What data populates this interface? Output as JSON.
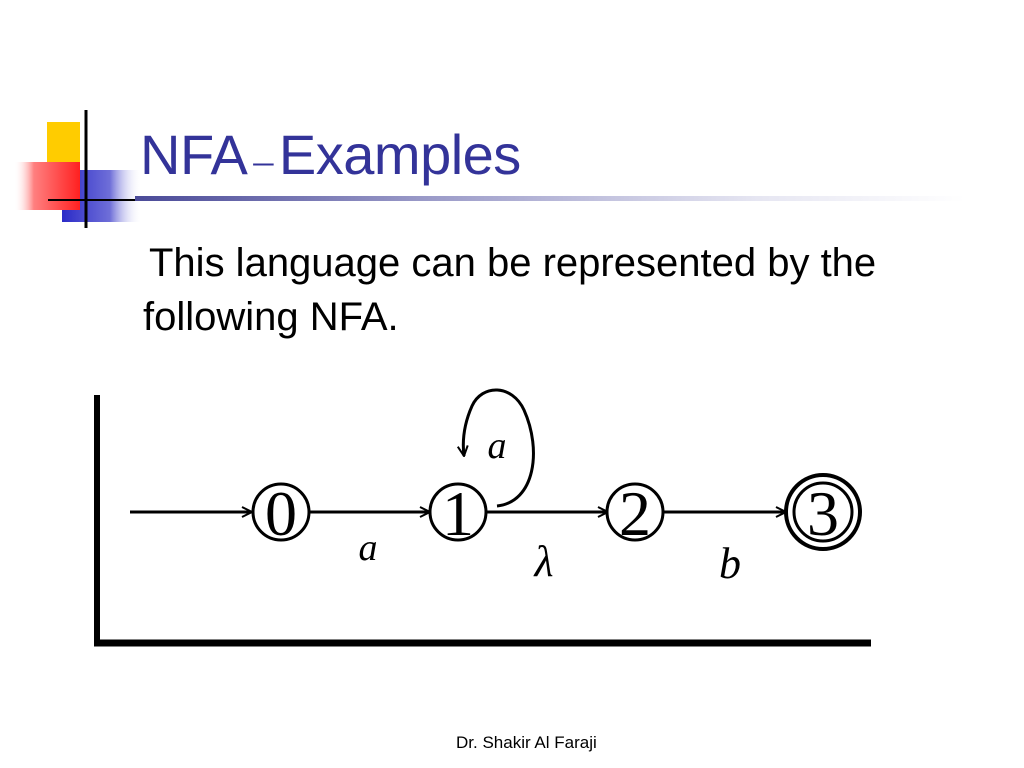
{
  "slide": {
    "title_prefix": "NFA",
    "title_dash": "–",
    "title_suffix": "Examples",
    "body": "This language can be represented by the following NFA.",
    "footer": "Dr. Shakir Al Faraji"
  },
  "diagram": {
    "states": [
      {
        "id": "state-0",
        "label": "0",
        "accepting": false,
        "start": true
      },
      {
        "id": "state-1",
        "label": "1",
        "accepting": false,
        "start": false
      },
      {
        "id": "state-2",
        "label": "2",
        "accepting": false,
        "start": false
      },
      {
        "id": "state-3",
        "label": "3",
        "accepting": true,
        "start": false
      }
    ],
    "transitions": [
      {
        "from": "0",
        "to": "1",
        "label": "a"
      },
      {
        "from": "1",
        "to": "1",
        "label": "a"
      },
      {
        "from": "1",
        "to": "2",
        "label": "λ"
      },
      {
        "from": "2",
        "to": "3",
        "label": "b"
      }
    ]
  },
  "colors": {
    "title": "#333399",
    "logo_yellow": "#ffcc00",
    "logo_blue": "#3333cc",
    "logo_red": "#ff3333"
  }
}
